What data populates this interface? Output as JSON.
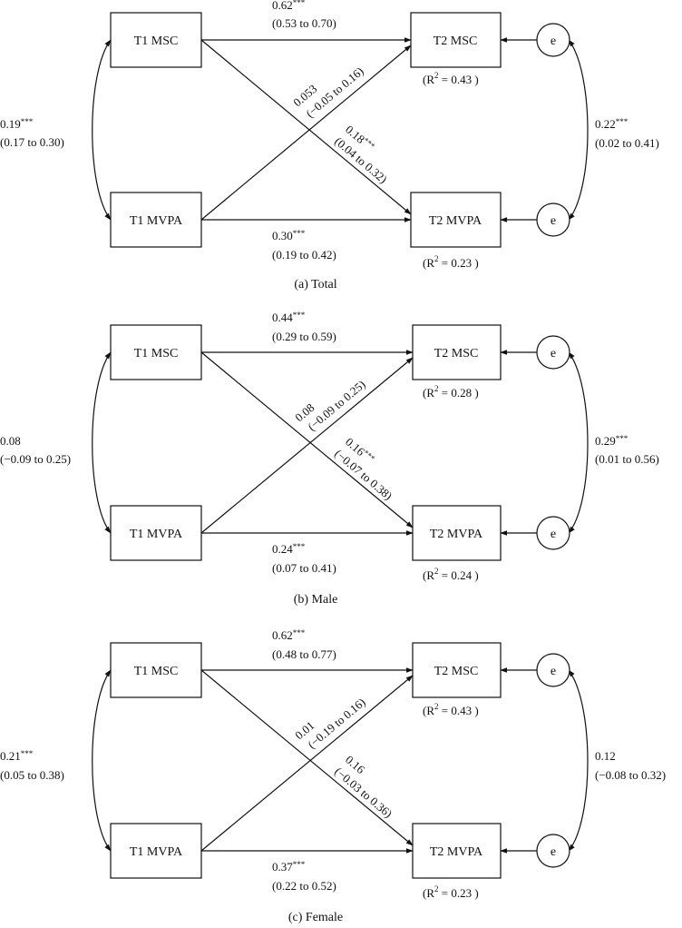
{
  "panels": [
    {
      "caption": "(a) Total",
      "t1_msc": "T1 MSC",
      "t1_mvpa": "T1 MVPA",
      "t2_msc": "T2 MSC",
      "t2_mvpa": "T2 MVPA",
      "error": "e",
      "r2_msc": "(R",
      "r2_msc_rest": " = 0.43 )",
      "r2_mvpa": "(R",
      "r2_mvpa_rest": " = 0.23 )",
      "r2_sup": "2",
      "msc_msc_coef": "0.62",
      "msc_msc_sig": "***",
      "msc_msc_ci": "(0.53 to 0.70)",
      "mvpa_mvpa_coef": "0.30",
      "mvpa_mvpa_sig": "***",
      "mvpa_mvpa_ci": "(0.19 to 0.42)",
      "mvpa_msc_coef": "0.053",
      "mvpa_msc_sig": "",
      "mvpa_msc_ci": "(−0.05 to 0.16)",
      "msc_mvpa_coef": "0.18",
      "msc_mvpa_sig": "***",
      "msc_mvpa_ci": "(0.04 to 0.32)",
      "t1_cov": "0.19",
      "t1_cov_sig": "***",
      "t1_cov_ci": "(0.17 to 0.30)",
      "t2_cov": "0.22",
      "t2_cov_sig": "***",
      "t2_cov_ci": "(0.02 to 0.41)"
    },
    {
      "caption": "(b) Male",
      "t1_msc": "T1 MSC",
      "t1_mvpa": "T1 MVPA",
      "t2_msc": "T2 MSC",
      "t2_mvpa": "T2 MVPA",
      "error": "e",
      "r2_msc": "(R",
      "r2_msc_rest": " = 0.28 )",
      "r2_mvpa": "(R",
      "r2_mvpa_rest": " = 0.24 )",
      "r2_sup": "2",
      "msc_msc_coef": "0.44",
      "msc_msc_sig": "***",
      "msc_msc_ci": "(0.29 to 0.59)",
      "mvpa_mvpa_coef": "0.24",
      "mvpa_mvpa_sig": "***",
      "mvpa_mvpa_ci": "(0.07 to 0.41)",
      "mvpa_msc_coef": "0.08",
      "mvpa_msc_sig": "",
      "mvpa_msc_ci": "(−0.09 to 0.25)",
      "msc_mvpa_coef": "0.16",
      "msc_mvpa_sig": "***",
      "msc_mvpa_ci": "(−0.07 to 0.38)",
      "t1_cov": "0.08",
      "t1_cov_sig": "",
      "t1_cov_ci": "(−0.09 to 0.25)",
      "t2_cov": "0.29",
      "t2_cov_sig": "***",
      "t2_cov_ci": "(0.01 to 0.56)"
    },
    {
      "caption": "(c) Female",
      "t1_msc": "T1 MSC",
      "t1_mvpa": "T1 MVPA",
      "t2_msc": "T2 MSC",
      "t2_mvpa": "T2 MVPA",
      "error": "e",
      "r2_msc": "(R",
      "r2_msc_rest": " = 0.43 )",
      "r2_mvpa": "(R",
      "r2_mvpa_rest": " = 0.23 )",
      "r2_sup": "2",
      "msc_msc_coef": "0.62",
      "msc_msc_sig": "***",
      "msc_msc_ci": "(0.48 to 0.77)",
      "mvpa_mvpa_coef": "0.37",
      "mvpa_mvpa_sig": "***",
      "mvpa_mvpa_ci": "(0.22 to 0.52)",
      "mvpa_msc_coef": "0.01",
      "mvpa_msc_sig": "",
      "mvpa_msc_ci": "(−0.19 to 0.16)",
      "msc_mvpa_coef": "0.16",
      "msc_mvpa_sig": "",
      "msc_mvpa_ci": "(−0.03 to 0.36)",
      "t1_cov": "0.21",
      "t1_cov_sig": "***",
      "t1_cov_ci": "(0.05 to 0.38)",
      "t2_cov": "0.12",
      "t2_cov_sig": "",
      "t2_cov_ci": "(−0.08 to 0.32)"
    }
  ]
}
